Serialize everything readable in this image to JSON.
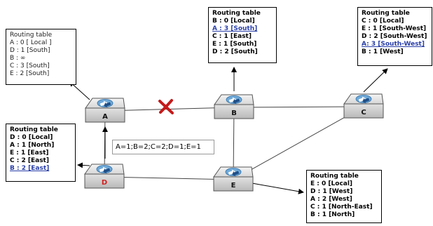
{
  "routers": [
    {
      "id": "A",
      "label": "A",
      "color": "#111111"
    },
    {
      "id": "B",
      "label": "B",
      "color": "#111111"
    },
    {
      "id": "C",
      "label": "C",
      "color": "#111111"
    },
    {
      "id": "D",
      "label": "D",
      "color": "#d42020"
    },
    {
      "id": "E",
      "label": "E",
      "color": "#111111"
    }
  ],
  "links": [
    {
      "from": "A",
      "to": "B",
      "status": "broken"
    },
    {
      "from": "B",
      "to": "C",
      "status": "up"
    },
    {
      "from": "A",
      "to": "D",
      "status": "up"
    },
    {
      "from": "B",
      "to": "E",
      "status": "up"
    },
    {
      "from": "D",
      "to": "E",
      "status": "up"
    },
    {
      "from": "C",
      "to": "E",
      "status": "up"
    }
  ],
  "icons": {
    "router": "router-arrows-icon",
    "link_failure": "red-x-icon"
  },
  "colors": {
    "changed_entry": "#2a3fa8",
    "failure_mark": "#c41a1a",
    "router_d_label": "#d42020"
  },
  "update_message": "A=1;B=2;C=2;D=1;E=1",
  "tables": {
    "A": {
      "title": "Routing table",
      "entries": [
        {
          "text": "A : 0 [ Local ]",
          "changed": false
        },
        {
          "text": "D : 1 [South]",
          "changed": false
        },
        {
          "text": "B : ∞",
          "changed": false
        },
        {
          "text": "C : 3 [South]",
          "changed": false
        },
        {
          "text": "E : 2 [South]",
          "changed": false
        }
      ]
    },
    "B": {
      "title": "Routing table",
      "entries": [
        {
          "text": "B : 0 [Local]",
          "changed": false
        },
        {
          "text": "A : 3 [South]",
          "changed": true
        },
        {
          "text": "C : 1 [East]",
          "changed": false
        },
        {
          "text": "E : 1 [South]",
          "changed": false
        },
        {
          "text": "D : 2 [South]",
          "changed": false
        }
      ]
    },
    "C": {
      "title": "Routing table",
      "entries": [
        {
          "text": "C : 0 [Local]",
          "changed": false
        },
        {
          "text": "E : 1 [South-West]",
          "changed": false
        },
        {
          "text": "D : 2 [South-West]",
          "changed": false
        },
        {
          "text": "A: 3 [South-West]",
          "changed": true
        },
        {
          "text": "B : 1 [West]",
          "changed": false
        }
      ]
    },
    "D": {
      "title": "Routing table",
      "entries": [
        {
          "text": "D : 0 [Local]",
          "changed": false
        },
        {
          "text": "A : 1 [North]",
          "changed": false
        },
        {
          "text": "E : 1 [East]",
          "changed": false
        },
        {
          "text": "C : 2 [East]",
          "changed": false
        },
        {
          "text": "B : 2 [East]",
          "changed": true
        }
      ]
    },
    "E": {
      "title": "Routing table",
      "entries": [
        {
          "text": "E : 0 [Local]",
          "changed": false
        },
        {
          "text": "D : 1 [West]",
          "changed": false
        },
        {
          "text": "A : 2 [West]",
          "changed": false
        },
        {
          "text": "C : 1 [North-East]",
          "changed": false
        },
        {
          "text": "B : 1 [North]",
          "changed": false
        }
      ]
    }
  }
}
